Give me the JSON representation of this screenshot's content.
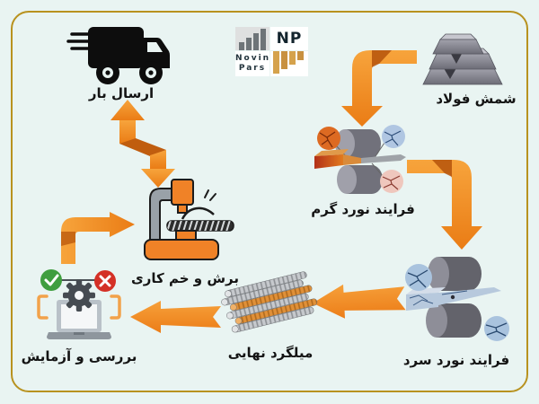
{
  "page": {
    "background": "#e9f4f2",
    "border_color": "#b8921f"
  },
  "logo": {
    "np": "NP",
    "line1": "Novin",
    "line2": "Pars"
  },
  "steps": {
    "shipping": {
      "label": "ارسال بار"
    },
    "ingot": {
      "label": "شمش فولاد"
    },
    "hot_rolling": {
      "label": "فرایند نورد گرم"
    },
    "cold_rolling": {
      "label": "فرایند نورد سرد"
    },
    "final_rebar": {
      "label": "میلگرد نهایی"
    },
    "inspection": {
      "label": "بررسی و آزمایش"
    },
    "cutting": {
      "label": "برش و خم کاری"
    }
  },
  "colors": {
    "arrow_orange": "#f08a25",
    "arrow_fold_dark": "#bb5a0e",
    "gold_border": "#b8921f",
    "success_green": "#3f9e3f",
    "error_red": "#d43026",
    "machine_orange": "#f08227",
    "steel_gray": "#73737b",
    "cold_blue": "#b7c9dd",
    "hot_red": "#b23018"
  }
}
